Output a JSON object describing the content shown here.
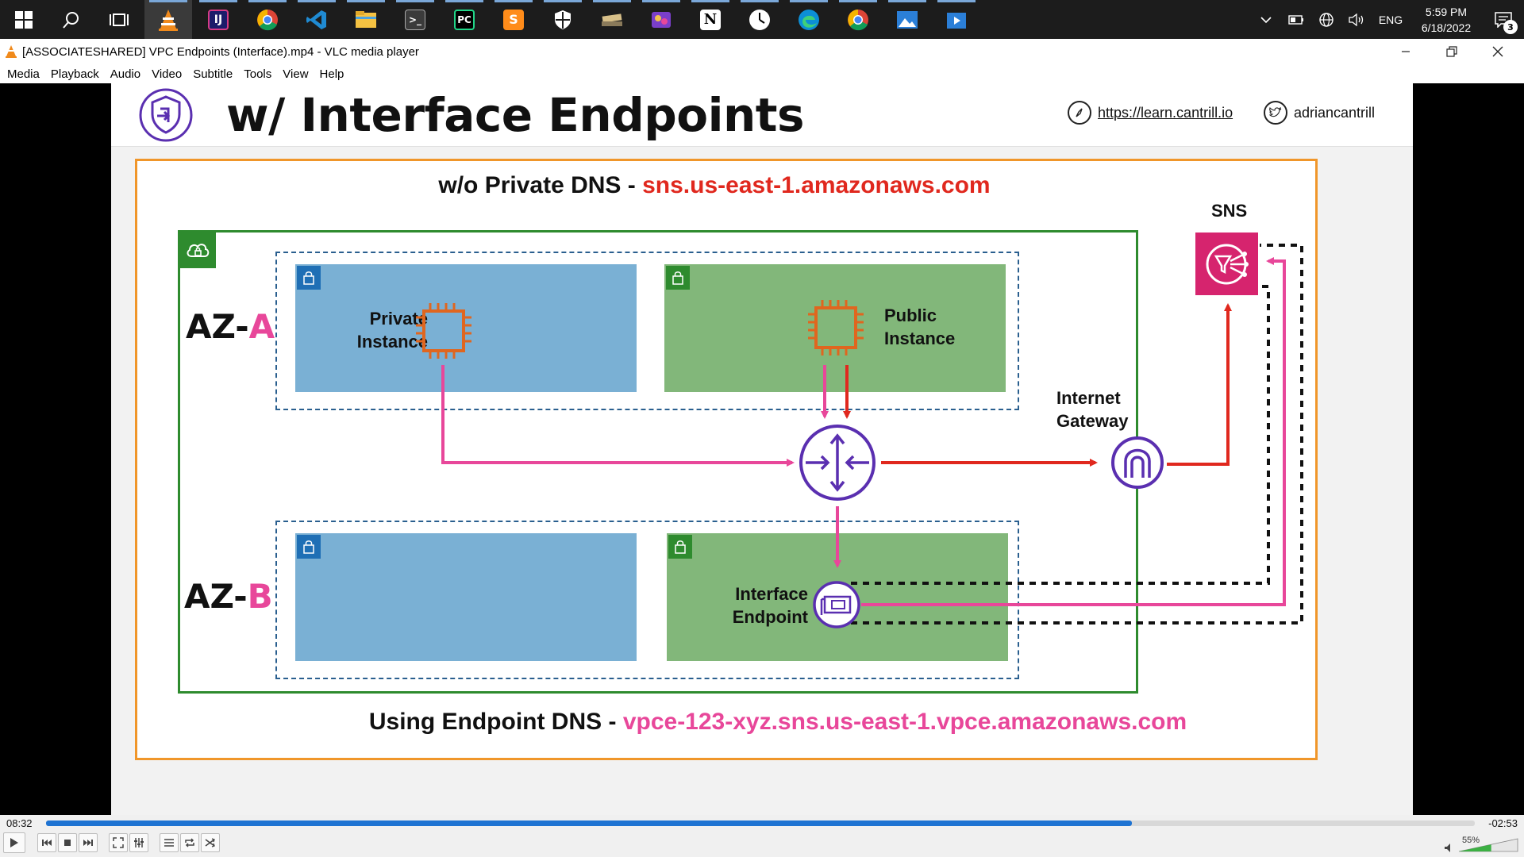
{
  "taskbar": {
    "apps": [
      {
        "icon": "windows-start-icon"
      },
      {
        "icon": "search-icon"
      },
      {
        "icon": "task-view-icon"
      },
      {
        "icon": "vlc-icon"
      },
      {
        "icon": "intellij-icon"
      },
      {
        "icon": "chrome-icon"
      },
      {
        "icon": "vscode-icon"
      },
      {
        "icon": "file-explorer-icon"
      },
      {
        "icon": "terminal-icon"
      },
      {
        "icon": "pycharm-icon"
      },
      {
        "icon": "sublime-text-icon"
      },
      {
        "icon": "security-shield-icon"
      },
      {
        "icon": "app-icon"
      },
      {
        "icon": "media-app-icon"
      },
      {
        "icon": "notion-icon"
      },
      {
        "icon": "clock-app-icon"
      },
      {
        "icon": "edge-icon"
      },
      {
        "icon": "chrome-profile-icon"
      },
      {
        "icon": "photos-icon"
      },
      {
        "icon": "video-editor-icon"
      }
    ],
    "tray": {
      "language": "ENG",
      "time": "5:59 PM",
      "date": "6/18/2022",
      "notification_count": "3"
    }
  },
  "window": {
    "title": "[ASSOCIATESHARED] VPC Endpoints (Interface).mp4 - VLC media player"
  },
  "menu": [
    "Media",
    "Playback",
    "Audio",
    "Video",
    "Subtitle",
    "Tools",
    "View",
    "Help"
  ],
  "slide": {
    "title": "w/ Interface Endpoints",
    "url": "https://learn.cantrill.io",
    "twitter": "adriancantrill",
    "top_dns_prefix": "w/o Private DNS - ",
    "top_dns_value": "sns.us-east-1.amazonaws.com",
    "bottom_dns_prefix": "Using Endpoint DNS - ",
    "bottom_dns_value": "vpce-123-xyz.sns.us-east-1.vpce.amazonaws.com",
    "az_a_prefix": "AZ-",
    "az_a_letter": "A",
    "az_b_prefix": "AZ-",
    "az_b_letter": "B",
    "private_instance": [
      "Private",
      "Instance"
    ],
    "public_instance": [
      "Public",
      "Instance"
    ],
    "interface_endpoint": [
      "Interface",
      "Endpoint"
    ],
    "internet_gateway": [
      "Internet",
      "Gateway"
    ],
    "sns": "SNS",
    "colors": {
      "orange_border": "#f0962a",
      "vpc_green": "#2e8b2e",
      "subnet_blue": "#7ab0d4",
      "subnet_green": "#82b77a",
      "arrow_red": "#e0281e",
      "arrow_pink": "#e8479a",
      "router_purple": "#5a2fb0",
      "sns_pink": "#d6246e",
      "ec2_orange": "#e0661f"
    }
  },
  "player": {
    "elapsed": "08:32",
    "remaining": "-02:53",
    "progress": 0.76,
    "volume": "55%"
  }
}
